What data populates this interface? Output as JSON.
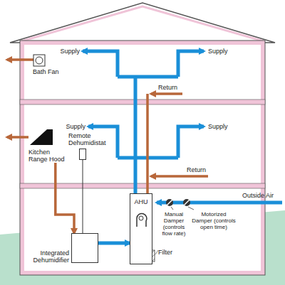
{
  "diagram": {
    "nodes": [
      {
        "text": [
          "Bath Fan"
        ]
      },
      {
        "text": [
          "Kitchen Range Hood"
        ]
      },
      {
        "text": [
          "Remote Dehumidistat"
        ]
      },
      {
        "text": [
          "Integrated Dehumidifier"
        ]
      },
      {
        "text": [
          "AHU"
        ]
      }
    ],
    "edges": [
      {
        "from": 1,
        "to": 3,
        "arrow": "to"
      },
      {
        "from": 2,
        "to": 3,
        "arrow": "none"
      },
      {
        "from": 3,
        "to": 4,
        "arrow": "to"
      }
    ],
    "labels": [
      "Supply",
      "Supply",
      "Return",
      "Supply",
      "Supply",
      "Return",
      "Outside Air",
      "Manual Damper (controls flow rate)",
      "Motorized Damper (controls open time)",
      "Filter"
    ]
  }
}
